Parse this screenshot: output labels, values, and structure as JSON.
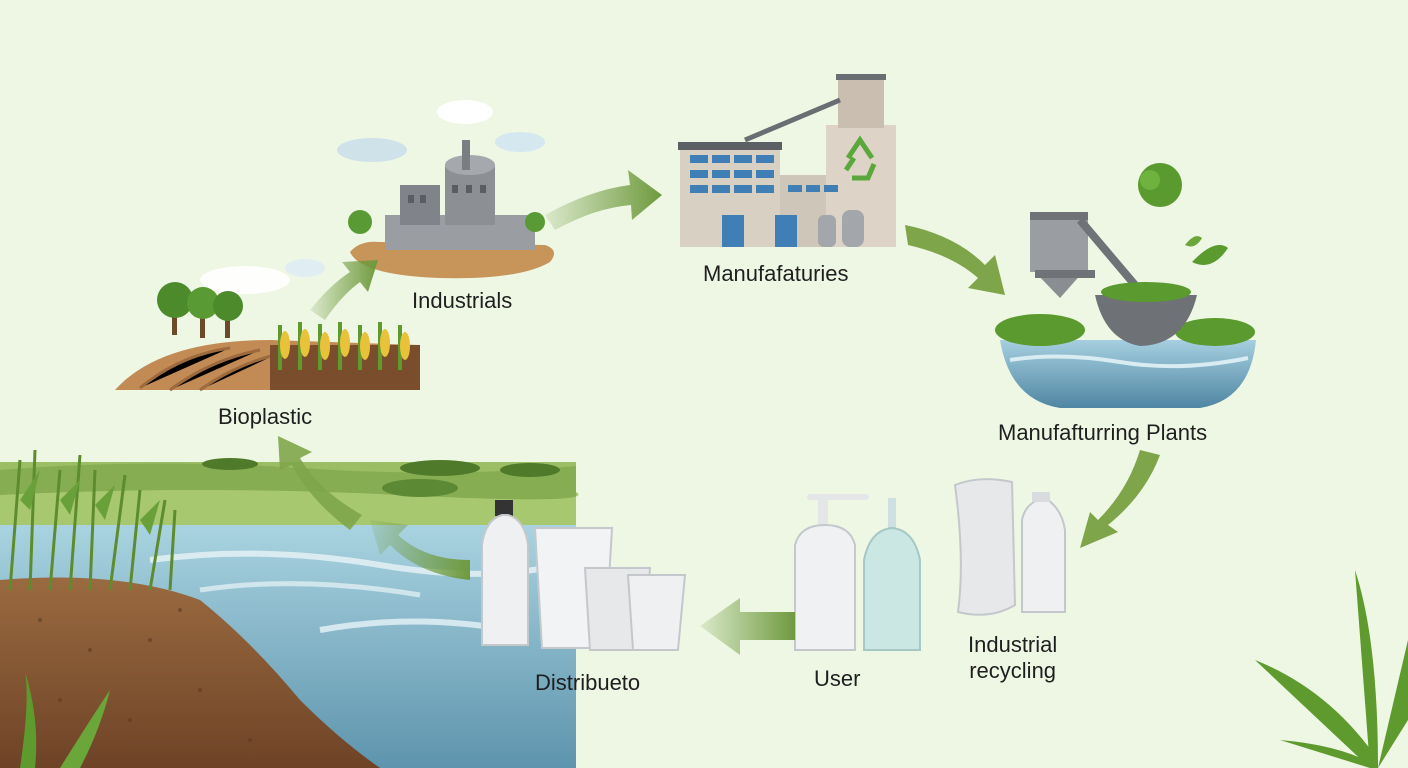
{
  "diagram": {
    "type": "cycle",
    "stages": {
      "bioplastic": "Bioplastic",
      "industrials": "Industrials",
      "manufacturies": "Manufafaturies",
      "plants": "Manufafturring Plants",
      "recycling_line1": "Industrial",
      "recycling_line2": "recycling",
      "user": "User",
      "distribution": "Distribueto"
    },
    "flow": [
      "Bioplastic",
      "Industrials",
      "Manufafaturies",
      "Manufafturring Plants",
      "Industrial recycling",
      "User",
      "Distribueto",
      "Bioplastic"
    ]
  },
  "colors": {
    "background": "#eef7e4",
    "arrow": "#6f9a3e",
    "water": "#7fb2c8",
    "soil": "#8a5a35",
    "factory": "#d9d0c4",
    "metal": "#8c8f94",
    "biomass": "#5a9a2e"
  }
}
